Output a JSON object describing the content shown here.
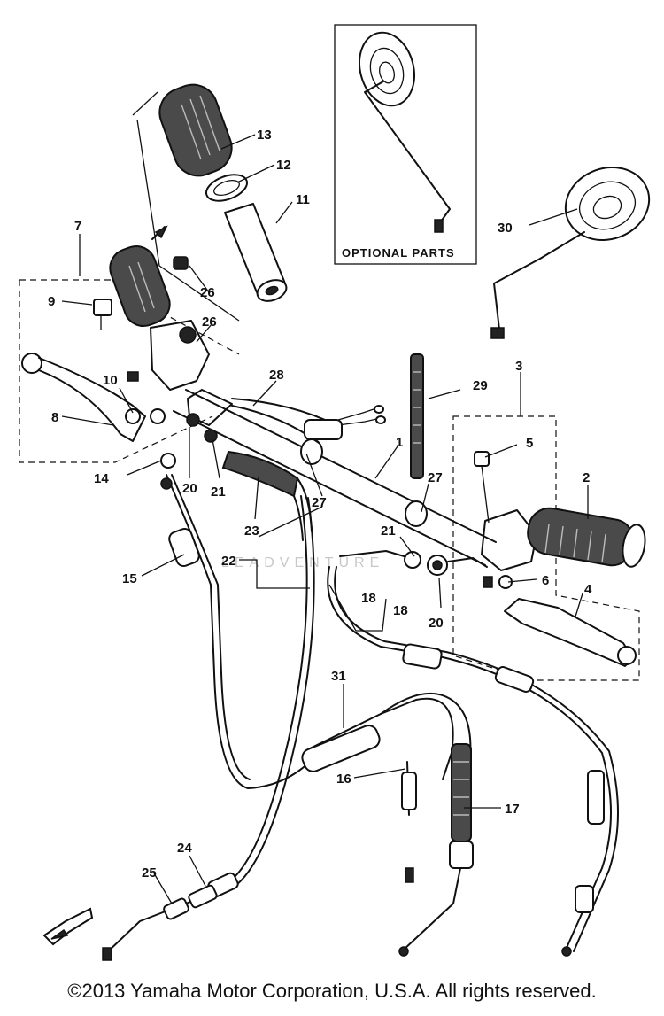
{
  "optional_box": {
    "label": "OPTIONAL  PARTS"
  },
  "watermark": "LEADVENTURE",
  "callouts": [
    {
      "id": "c1",
      "text": "1"
    },
    {
      "id": "c2",
      "text": "2"
    },
    {
      "id": "c3",
      "text": "3"
    },
    {
      "id": "c4",
      "text": "4"
    },
    {
      "id": "c5",
      "text": "5"
    },
    {
      "id": "c6",
      "text": "6"
    },
    {
      "id": "c7",
      "text": "7"
    },
    {
      "id": "c8",
      "text": "8"
    },
    {
      "id": "c9",
      "text": "9"
    },
    {
      "id": "c10",
      "text": "10"
    },
    {
      "id": "c11",
      "text": "11"
    },
    {
      "id": "c12",
      "text": "12"
    },
    {
      "id": "c13",
      "text": "13"
    },
    {
      "id": "c14",
      "text": "14"
    },
    {
      "id": "c15",
      "text": "15"
    },
    {
      "id": "c16",
      "text": "16"
    },
    {
      "id": "c17",
      "text": "17"
    },
    {
      "id": "c18a",
      "text": "18"
    },
    {
      "id": "c18b",
      "text": "18"
    },
    {
      "id": "c20a",
      "text": "20"
    },
    {
      "id": "c20b",
      "text": "20"
    },
    {
      "id": "c21a",
      "text": "21"
    },
    {
      "id": "c21b",
      "text": "21"
    },
    {
      "id": "c22",
      "text": "22"
    },
    {
      "id": "c23",
      "text": "23"
    },
    {
      "id": "c24",
      "text": "24"
    },
    {
      "id": "c25",
      "text": "25"
    },
    {
      "id": "c26a",
      "text": "26"
    },
    {
      "id": "c26b",
      "text": "26"
    },
    {
      "id": "c27a",
      "text": "27"
    },
    {
      "id": "c27b",
      "text": "27"
    },
    {
      "id": "c28",
      "text": "28"
    },
    {
      "id": "c29",
      "text": "29"
    },
    {
      "id": "c30",
      "text": "30"
    },
    {
      "id": "c31",
      "text": "31"
    }
  ],
  "front_marker": "FWD",
  "copyright": "©2013 Yamaha Motor Corporation, U.S.A. All rights reserved."
}
